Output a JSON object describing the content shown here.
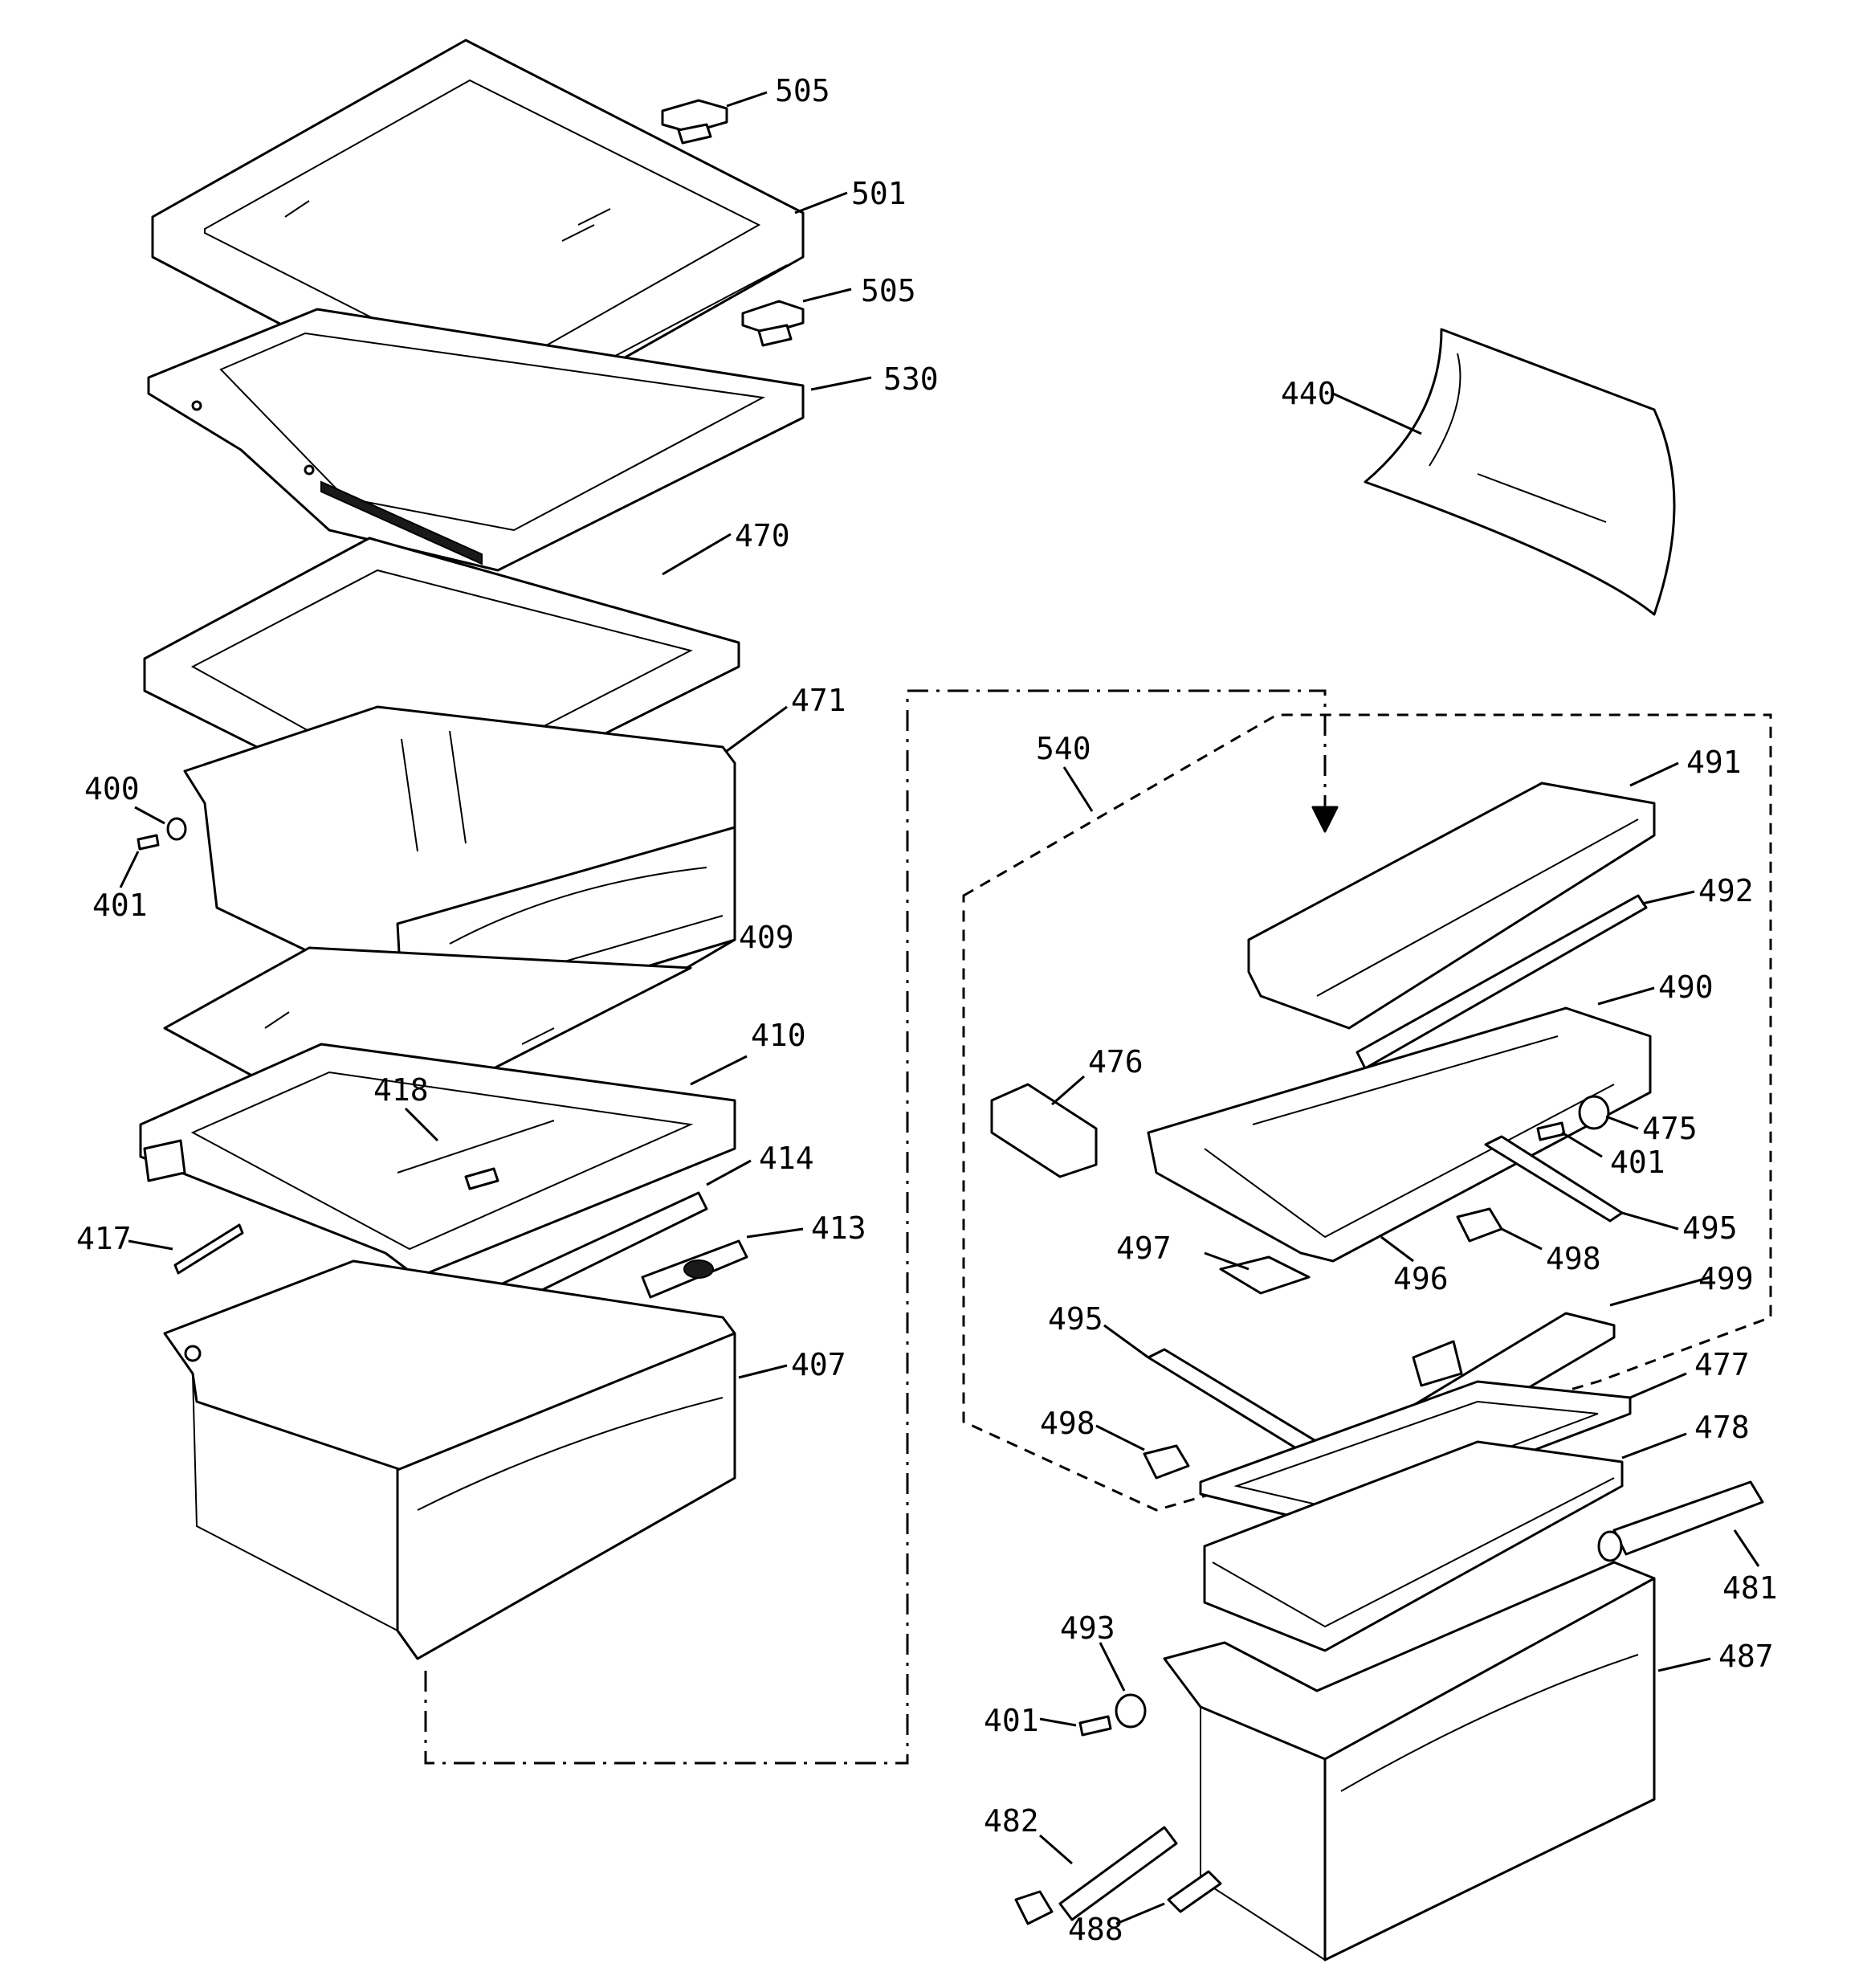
{
  "diagram": {
    "labels": {
      "p505a": "505",
      "p501": "501",
      "p505b": "505",
      "p530": "530",
      "p440": "440",
      "p470": "470",
      "p471": "471",
      "p400": "400",
      "p401a": "401",
      "p409": "409",
      "p410": "410",
      "p418": "418",
      "p414": "414",
      "p417": "417",
      "p413": "413",
      "p407": "407",
      "p540": "540",
      "p491": "491",
      "p492": "492",
      "p490": "490",
      "p476": "476",
      "p475": "475",
      "p401b": "401",
      "p495a": "495",
      "p497": "497",
      "p496": "496",
      "p498a": "498",
      "p499": "499",
      "p495b": "495",
      "p477": "477",
      "p498b": "498",
      "p478": "478",
      "p481": "481",
      "p493": "493",
      "p487": "487",
      "p401c": "401",
      "p482": "482",
      "p488": "488"
    }
  }
}
